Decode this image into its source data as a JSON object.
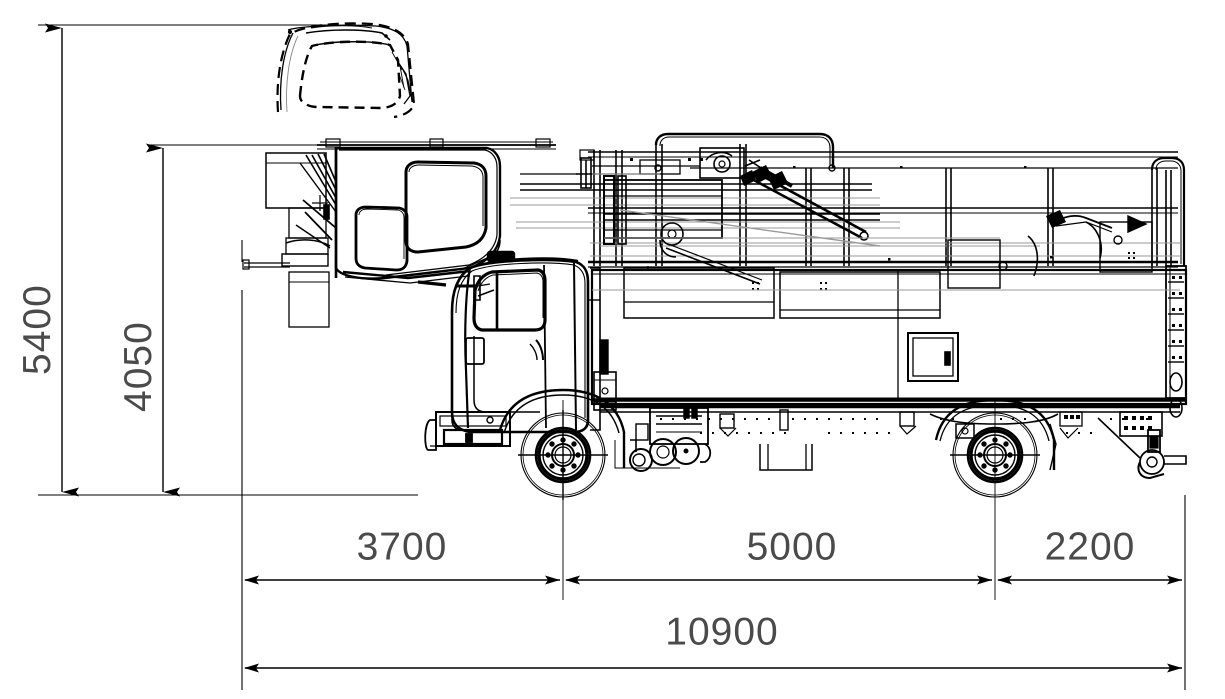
{
  "drawing": {
    "type": "technical-engineering-drawing",
    "view": "side-elevation",
    "subject": "truck-mounted-elevating-work-platform",
    "units": "mm",
    "line_color": "#000000",
    "dimension_text_color": "#4a4a4a",
    "background_color": "#ffffff"
  },
  "dimensions": {
    "vertical": [
      {
        "id": "overall-height",
        "value": "5400",
        "orientation": "vertical",
        "rotation_deg": -90
      },
      {
        "id": "platform-height",
        "value": "4050",
        "orientation": "vertical",
        "rotation_deg": -90
      }
    ],
    "horizontal_chain": [
      {
        "id": "front-overhang-to-axle1",
        "value": "3700",
        "orientation": "horizontal"
      },
      {
        "id": "wheelbase",
        "value": "5000",
        "orientation": "horizontal"
      },
      {
        "id": "rear-overhang",
        "value": "2200",
        "orientation": "horizontal"
      }
    ],
    "horizontal_overall": [
      {
        "id": "overall-length",
        "value": "10900",
        "orientation": "horizontal"
      }
    ]
  },
  "labels": {
    "h5400": "5400",
    "h4050": "4050",
    "l3700": "3700",
    "l5000": "5000",
    "l2200": "2200",
    "total": "10900"
  }
}
